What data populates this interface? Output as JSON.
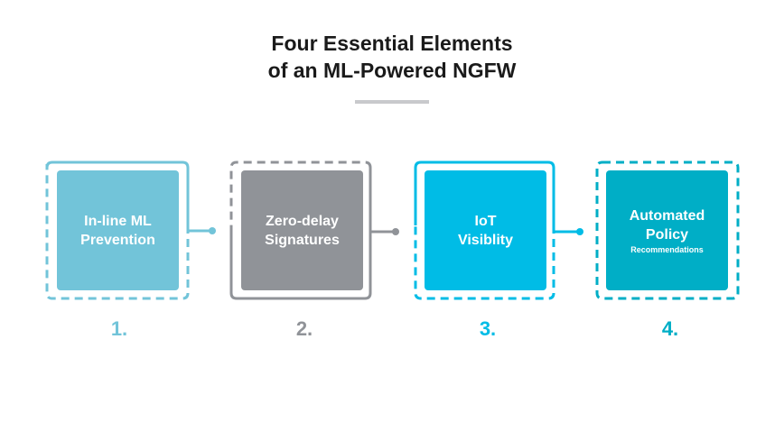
{
  "title": {
    "line1": "Four Essential Elements",
    "line2": "of an ML-Powered NGFW"
  },
  "colors": {
    "step1": "#72c4d9",
    "step2": "#909398",
    "step3": "#00bce6",
    "step4": "#00aec6",
    "title_rule": "#c8c9cc",
    "title_text": "#1a1a1a"
  },
  "elements": [
    {
      "number": "1.",
      "label_line1": "In-line ML",
      "label_line2": "Prevention",
      "sublabel": ""
    },
    {
      "number": "2.",
      "label_line1": "Zero-delay",
      "label_line2": "Signatures",
      "sublabel": ""
    },
    {
      "number": "3.",
      "label_line1": "IoT",
      "label_line2": "Visiblity",
      "sublabel": ""
    },
    {
      "number": "4.",
      "label_line1": "Automated",
      "label_line2": "Policy",
      "sublabel": "Recommendations"
    }
  ]
}
